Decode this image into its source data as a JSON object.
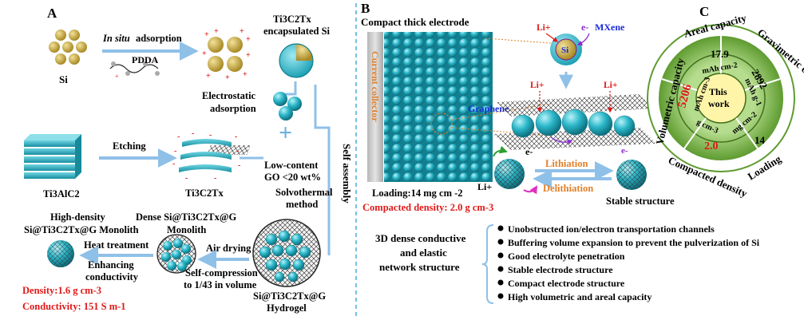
{
  "panel_a": {
    "label": "A",
    "si": "Si",
    "in_situ": "In situ",
    "adsorption": "adsorption",
    "pdda": "PDDA",
    "encapsulated_line1": "Ti3C2Tx",
    "encapsulated_line2": "encapsulated Si",
    "electrostatic_line1": "Electrostatic",
    "electrostatic_line2": "adsorption",
    "ti3alc2": "Ti3AlC2",
    "etching": "Etching",
    "ti3c2tx": "Ti3C2Tx",
    "go_line1": "Low-content",
    "go_line2": "GO <20 wt%",
    "solvothermal_line1": "Solvothermal",
    "solvothermal_line2": "method",
    "self_assembly": "Self assembly",
    "hydrogel_line1": "Si@Ti3C2Tx@G",
    "hydrogel_line2": "Hydrogel",
    "dense_line1": "Dense Si@Ti3C2Tx@G",
    "dense_line2": "Monolith",
    "air_drying": "Air drying",
    "self_compression_line1": "Self-compression",
    "self_compression_line2": "to 1/43 in volume",
    "high_density_line1": "High-density",
    "high_density_line2": "Si@Ti3C2Tx@G Monolith",
    "heat_treatment": "Heat treatment",
    "enhancing_line1": "Enhancing",
    "enhancing_line2": "conductivity",
    "density": "Density:1.6 g cm-3",
    "conductivity": "Conductivity:  151 S m-1"
  },
  "panel_b": {
    "label": "B",
    "title": "Compact thick electrode",
    "current_collector": "Current collector",
    "loading": "Loading:14 mg cm -2",
    "compacted_density": "Compacted density: 2.0 g cm-3",
    "li_plus": "Li+",
    "e_minus": "e-",
    "mxene": "MXene",
    "si": "Si",
    "graphene": "Graphene",
    "lithiation": "Lithiation",
    "delithiation": "Delithiation",
    "stable_structure": "Stable structure",
    "network_line1": "3D dense conductive",
    "network_line2": "and elastic",
    "network_line3": "network structure",
    "features": [
      "Unobstructed ion/electron transportation channels",
      "Buffering volume expansion to prevent the pulverization of Si",
      "Good electrolyte penetration",
      "Stable electrode structure",
      "Compact  electrode structure",
      "High volumetric and areal capacity"
    ]
  },
  "panel_c": {
    "label": "C",
    "areal_capacity": "Areal capacity",
    "gravimetric_capacity": "Gravimetric capacity",
    "loading": "Loading",
    "compacted_density": "Compacted density",
    "volumetric_capacity": "Volumetric capacity",
    "center_line1": "This",
    "center_line2": "work",
    "areal_value": "17.9",
    "areal_unit": "mAh cm-2",
    "gravimetric_value": "2892",
    "gravimetric_unit": "mAh g-1",
    "loading_value": "14",
    "loading_unit": "mg cm-2",
    "density_value": "2.0",
    "density_unit": "g cm-3",
    "volumetric_value": "5206",
    "volumetric_unit": "mAh cm-3"
  },
  "colors": {
    "accent_red": "#e01818",
    "mxene_blue": "#1a2ad8",
    "arrow_blue": "#8fc0e8",
    "ring_green": "#6aa33e",
    "center_yellow": "#fff5a8",
    "particle_teal": "#2bb7c9",
    "dashed_divider": "#2aa0d8"
  }
}
